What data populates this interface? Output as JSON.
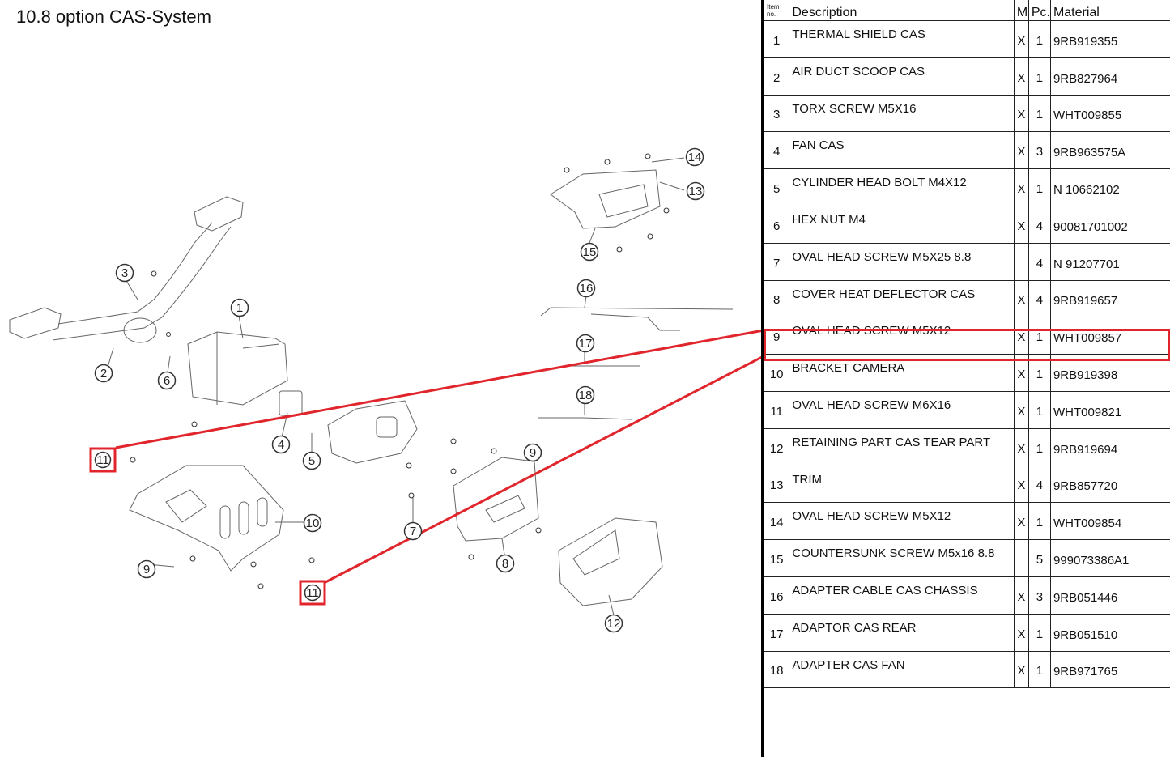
{
  "title": "10.8  option CAS-System",
  "highlight_color": "#e0262c",
  "table": {
    "headers": {
      "item": "Item no.",
      "description": "Description",
      "m": "M",
      "pc": "Pc.",
      "material": "Material"
    },
    "rows": [
      {
        "item": "1",
        "description": "THERMAL SHIELD CAS",
        "m": "X",
        "pc": "1",
        "material": "9RB919355"
      },
      {
        "item": "2",
        "description": "AIR DUCT SCOOP CAS",
        "m": "X",
        "pc": "1",
        "material": "9RB827964"
      },
      {
        "item": "3",
        "description": "TORX SCREW M5X16",
        "m": "X",
        "pc": "1",
        "material": "WHT009855"
      },
      {
        "item": "4",
        "description": "FAN CAS",
        "m": "X",
        "pc": "3",
        "material": "9RB963575A"
      },
      {
        "item": "5",
        "description": "CYLINDER HEAD BOLT M4X12",
        "m": "X",
        "pc": "1",
        "material": "N 10662102"
      },
      {
        "item": "6",
        "description": "HEX NUT M4",
        "m": "X",
        "pc": "4",
        "material": "90081701002"
      },
      {
        "item": "7",
        "description": "OVAL HEAD SCREW M5X25 8.8",
        "m": "",
        "pc": "4",
        "material": "N 91207701"
      },
      {
        "item": "8",
        "description": "COVER HEAT DEFLECTOR CAS",
        "m": "X",
        "pc": "4",
        "material": "9RB919657"
      },
      {
        "item": "9",
        "description": "OVAL HEAD SCREW M5X12",
        "m": "X",
        "pc": "1",
        "material": "WHT009857"
      },
      {
        "item": "10",
        "description": "BRACKET CAMERA",
        "m": "X",
        "pc": "1",
        "material": "9RB919398"
      },
      {
        "item": "11",
        "description": "OVAL HEAD SCREW M6X16",
        "m": "X",
        "pc": "1",
        "material": "WHT009821"
      },
      {
        "item": "12",
        "description": "RETAINING PART CAS TEAR PART",
        "m": "X",
        "pc": "1",
        "material": "9RB919694"
      },
      {
        "item": "13",
        "description": "TRIM",
        "m": "X",
        "pc": "4",
        "material": "9RB857720"
      },
      {
        "item": "14",
        "description": "OVAL HEAD SCREW M5X12",
        "m": "X",
        "pc": "1",
        "material": "WHT009854"
      },
      {
        "item": "15",
        "description": "COUNTERSUNK SCREW M5x16 8.8",
        "m": "",
        "pc": "5",
        "material": "999073386A1"
      },
      {
        "item": "16",
        "description": "ADAPTER CABLE CAS CHASSIS",
        "m": "X",
        "pc": "3",
        "material": "9RB051446"
      },
      {
        "item": "17",
        "description": "ADAPTOR CAS REAR",
        "m": "X",
        "pc": "1",
        "material": "9RB051510"
      },
      {
        "item": "18",
        "description": "ADAPTER CAS FAN",
        "m": "X",
        "pc": "1",
        "material": "9RB971765"
      }
    ]
  },
  "callouts": [
    "1",
    "2",
    "3",
    "4",
    "5",
    "6",
    "7",
    "8",
    "9",
    "9",
    "10",
    "11",
    "11",
    "12",
    "13",
    "14",
    "15",
    "16",
    "17",
    "18"
  ]
}
